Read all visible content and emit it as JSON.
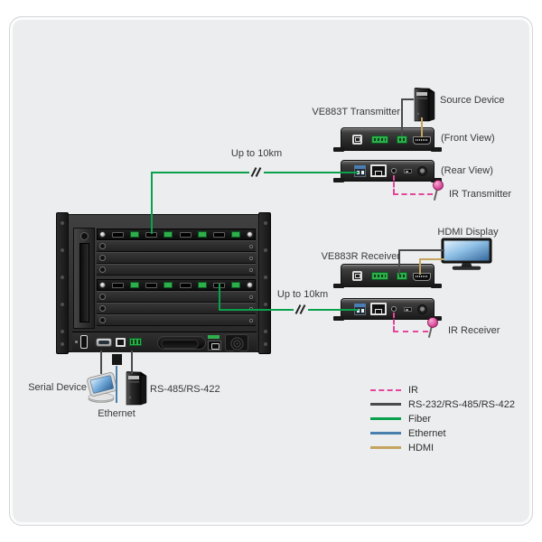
{
  "transmitter": {
    "title": "VE883T Transmitter",
    "source_device": "Source Device",
    "front_view": "(Front View)",
    "rear_view": "(Rear View)",
    "ir_accessory": "IR Transmitter",
    "fiber_distance": "Up to 10km"
  },
  "receiver": {
    "title": "VE883R Receiver",
    "display": "HDMI Display",
    "ir_accessory": "IR Receiver",
    "fiber_distance": "Up to 10km"
  },
  "peripherals": {
    "serial_device": "Serial Device",
    "ethernet": "Ethernet",
    "rs485": "RS-485/RS-422"
  },
  "legend": {
    "items": [
      {
        "label": "IR",
        "style": "dashed",
        "color_key": "ir"
      },
      {
        "label": "RS-232/RS-485/RS-422",
        "style": "solid",
        "color_key": "serial"
      },
      {
        "label": "Fiber",
        "style": "solid",
        "color_key": "fiber"
      },
      {
        "label": "Ethernet",
        "style": "solid",
        "color_key": "ethernet"
      },
      {
        "label": "HDMI",
        "style": "solid",
        "color_key": "hdmi"
      }
    ]
  },
  "colors": {
    "ir": "#e6459b",
    "serial": "#4a4a4a",
    "fiber": "#0aa14d",
    "ethernet": "#4a80ad",
    "hdmi": "#c4a45e",
    "port-green": "#2fae4c",
    "panel-bg": "#ebedee"
  }
}
